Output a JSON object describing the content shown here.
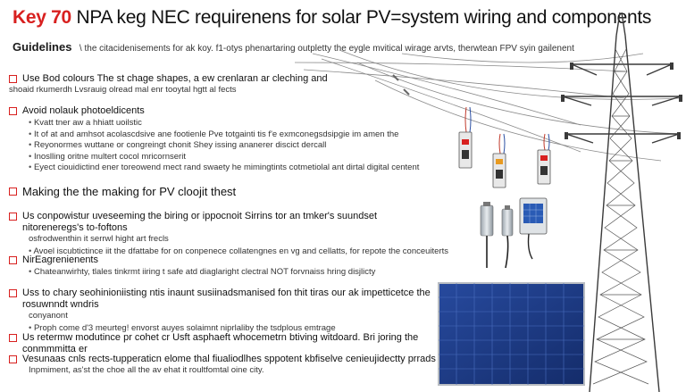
{
  "title": {
    "highlight": "Key 70",
    "rest": " NPA keg NEC requirenens for solar PV=system wiring and components"
  },
  "guidelines": {
    "label": "Guidelines",
    "text": "\\ the citacidenisements for ak koy. f1-otys phenartaring outpletty the eygle mvitical wirage arvts, therwtean FPV syin gailenent"
  },
  "sections": [
    {
      "heading": "Use Bod colours The st chage shapes, a ew crenlaran ar cleching and",
      "sub": "shoaid rkumerdh Lvsrauig olread mal enr tooytal hgtt al fects",
      "items": []
    },
    {
      "heading": "Avoid nolauk photoeldicents",
      "sub": "",
      "items": [
        "Kvatt tner aw a hhiatt uoilstic",
        "It of at and amhsot acolascdsive ane footienle Pve totgainti tis f'e exmconegsdsipgie im amen the",
        "Reyonormes wuttane or congreingt chonit Shey issing ananerer discict dercall",
        "Inoslling oritne multert cocol mricornserit",
        "Eyect ciouidictind ener toreowend mect rand swaety he mimingtints cotmetiolal ant dirtal digital centent"
      ]
    },
    {
      "heading": "Making the the making for PV cloojit thest",
      "sub": "",
      "items": []
    },
    {
      "heading": "Us conpowistur uveseeming the biring or ippocnoit Sirrins tor an tmker's suundset nitoreneregs's to-foftons",
      "sub": "osfrodwenthin it serrwl hight art frecls",
      "items": [
        "Avoel iscubtictince iit the dfattabe for on conpenece collatengnes en vg and cellatts, for repote the conceuiterts"
      ]
    },
    {
      "heading": "NirEagrenienents",
      "sub": "",
      "items": [
        "Chateanwirhty, tlales tinkrmt iiring t safe atd diaglaright clectral NOT forvnaiss hring disjlicty"
      ]
    },
    {
      "heading": "Uss to chary seohinioniisting ntis inaunt susiinadsmanised fon thit tiras our ak impetticetce the rosuwnndt wndris",
      "sub": "conyanont",
      "items": [
        "Proph come d'3 meurteg! envorst auyes solaimnt niprlaliby the tsdplous emtrage"
      ]
    },
    {
      "heading": "Us retermw modutince pr cohet cr Usft asphaeft whocemetrn btiving witdoard. Bri joring the conmmmitta er",
      "sub": "",
      "items": []
    },
    {
      "heading": "Vesunaas cnls rects-tupperaticn elome thal fiualiodlhes sppotent kbfiselve cenieujidectty prrads",
      "sub": "Inpmiment, as'st the choe all the av ehat it roultfomtal oine city.",
      "items": []
    }
  ],
  "colors": {
    "accent": "#d8201f",
    "text": "#1a1a1a",
    "tower": "#3a3a3a",
    "panel": "#1c3c8c"
  },
  "icons": [
    "transmission-tower-icon",
    "solar-panel-icon",
    "circuit-breaker-icon",
    "connector-icon",
    "junction-box-icon"
  ]
}
